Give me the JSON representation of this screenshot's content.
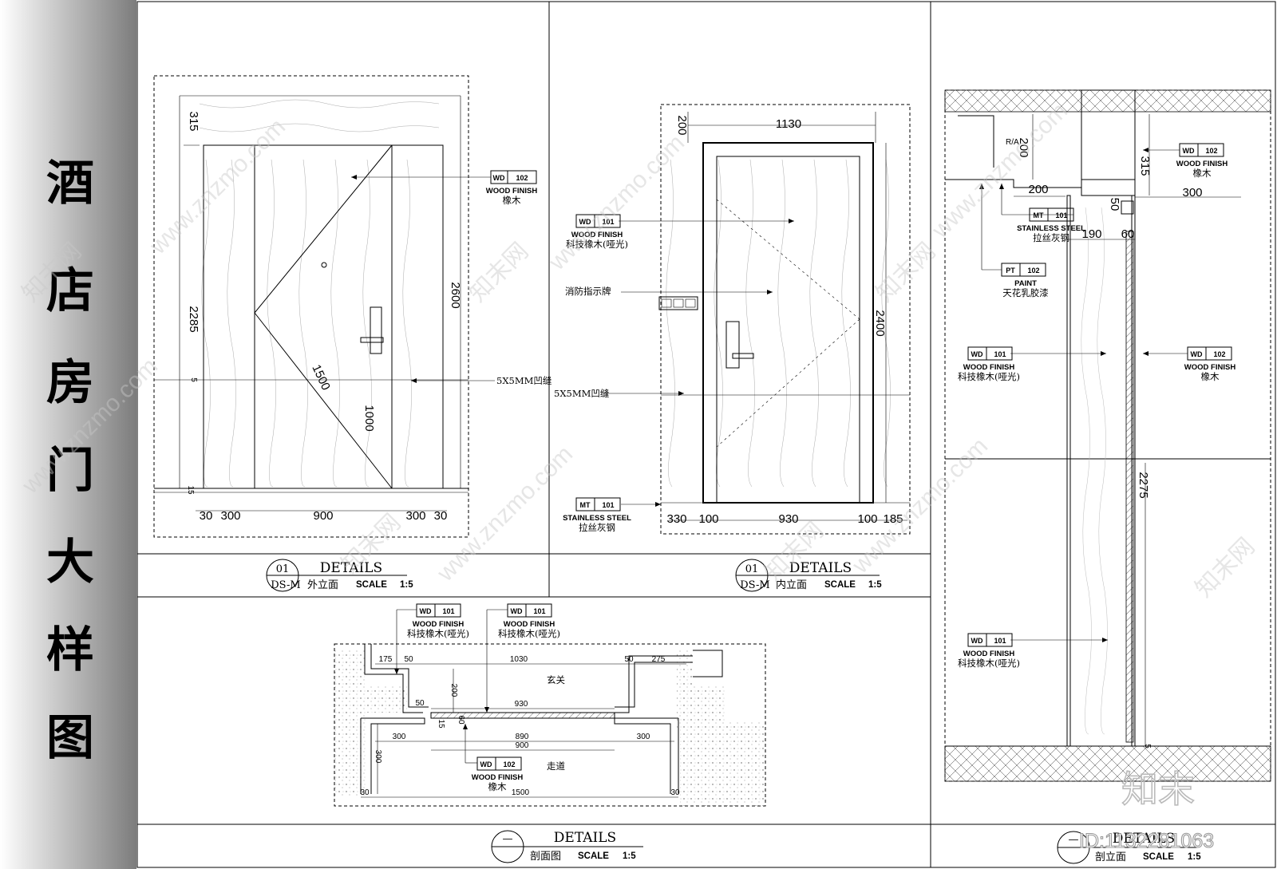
{
  "sheet_title": [
    "酒",
    "店",
    "房",
    "门",
    "大",
    "样",
    "图"
  ],
  "watermarks": {
    "site": "www.znzmo.com",
    "brand": "知末网"
  },
  "logo": "知末",
  "id_text": "ID:1132281063",
  "colors": {
    "sidebar_dark": "#7c7c7c",
    "sidebar_light": "#ffffff",
    "line": "#000000"
  },
  "views": {
    "exterior": {
      "num": "01",
      "code": "DS-M",
      "title": "DETAILS",
      "name": "外立面",
      "scale_label": "SCALE",
      "scale": "1:5",
      "dims": {
        "top": "315",
        "door_h": "2285",
        "total": "2600",
        "joint": "5",
        "diag": "1500",
        "lock": "1000",
        "bottom": "15",
        "w1": "30",
        "w2": "300",
        "w3": "900",
        "w4": "300",
        "w5": "30"
      },
      "tags": [
        {
          "code": "WD",
          "num": "102",
          "desc": "WOOD FINISH",
          "cn": "橡木"
        }
      ],
      "notes": {
        "groove": "5X5MM凹缝"
      }
    },
    "interior": {
      "num": "01",
      "code": "DS-M",
      "title": "DETAILS",
      "name": "内立面",
      "scale_label": "SCALE",
      "scale": "1:5",
      "dims": {
        "top": "200",
        "width": "1130",
        "height": "2400",
        "b1": "330",
        "b2": "100",
        "b3": "930",
        "b4": "100",
        "b5": "185"
      },
      "tags": [
        {
          "code": "WD",
          "num": "101",
          "desc": "WOOD FINISH",
          "cn": "科技橡木(哑光)"
        },
        {
          "code": "MT",
          "num": "101",
          "desc": "STAINLESS STEEL",
          "cn": "拉丝灰钢"
        }
      ],
      "notes": {
        "sign": "消防指示牌",
        "groove": "5X5MM凹缝"
      }
    },
    "plan": {
      "num": "—",
      "title": "DETAILS",
      "name": "剖面图",
      "scale_label": "SCALE",
      "scale": "1:5",
      "dims": {
        "a": "175",
        "b": "50",
        "c": "1030",
        "d": "50",
        "e": "275",
        "f": "200",
        "g": "50",
        "h": "930",
        "i": "60",
        "j": "15",
        "k": "300",
        "l": "890",
        "m": "900",
        "n": "300",
        "o": "300",
        "p": "30",
        "q": "1500",
        "r": "30"
      },
      "labels": {
        "foyer": "玄关",
        "corridor": "走道"
      },
      "tags": [
        {
          "code": "WD",
          "num": "101",
          "desc": "WOOD FINISH",
          "cn": "科技橡木(哑光)"
        },
        {
          "code": "WD",
          "num": "101",
          "desc": "WOOD FINISH",
          "cn": "科技橡木(哑光)"
        },
        {
          "code": "WD",
          "num": "102",
          "desc": "WOOD FINISH",
          "cn": "橡木"
        }
      ]
    },
    "section": {
      "num": "—",
      "title": "DETAILS",
      "name": "剖立面",
      "scale_label": "SCALE",
      "scale": "1:5",
      "dims": {
        "a": "200",
        "b": "R/A",
        "c": "315",
        "d": "200",
        "e": "300",
        "f": "50",
        "g": "190",
        "h": "60",
        "i": "2275",
        "j": "5"
      },
      "tags": [
        {
          "code": "WD",
          "num": "102",
          "desc": "WOOD FINISH",
          "cn": "橡木"
        },
        {
          "code": "MT",
          "num": "101",
          "desc": "STAINLESS STEEL",
          "cn": "拉丝灰钢"
        },
        {
          "code": "PT",
          "num": "102",
          "desc": "PAINT",
          "cn": "天花乳胶漆"
        },
        {
          "code": "WD",
          "num": "101",
          "desc": "WOOD FINISH",
          "cn": "科技橡木(哑光)"
        },
        {
          "code": "WD",
          "num": "102",
          "desc": "WOOD FINISH",
          "cn": "橡木"
        },
        {
          "code": "WD",
          "num": "101",
          "desc": "WOOD FINISH",
          "cn": "科技橡木(哑光)"
        }
      ]
    }
  }
}
